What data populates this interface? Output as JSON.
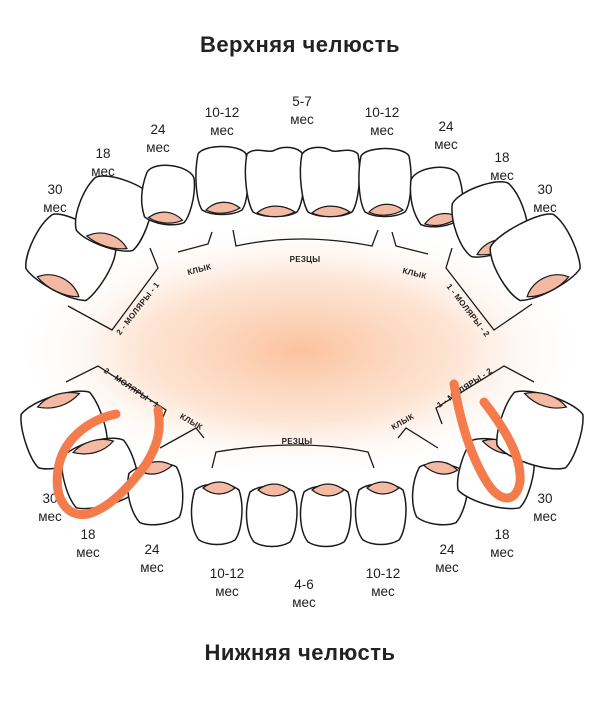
{
  "upper_title": "Верхняя челюсть",
  "lower_title": "Нижняя челюсть",
  "upper_ages": {
    "l30": [
      "30",
      "мес"
    ],
    "l18": [
      "18",
      "мес"
    ],
    "l24": [
      "24",
      "мес"
    ],
    "l1012": [
      "10-12",
      "мес"
    ],
    "c57": [
      "5-7",
      "мес"
    ],
    "r1012": [
      "10-12",
      "мес"
    ],
    "r24": [
      "24",
      "мес"
    ],
    "r18": [
      "18",
      "мес"
    ],
    "r30": [
      "30",
      "мес"
    ]
  },
  "lower_ages": {
    "l30": [
      "30",
      "мес"
    ],
    "l18": [
      "18",
      "мес"
    ],
    "l24": [
      "24",
      "мес"
    ],
    "l1012": [
      "10-12",
      "мес"
    ],
    "c46": [
      "4-6",
      "мес"
    ],
    "r1012": [
      "10-12",
      "мес"
    ],
    "r24": [
      "24",
      "мес"
    ],
    "r18": [
      "18",
      "мес"
    ],
    "r30": [
      "30",
      "мес"
    ]
  },
  "groups": {
    "upper_incisors": "РЕЗЦЫ",
    "lower_incisors": "РЕЗЦЫ",
    "upper_canine_left": "КЛЫК",
    "upper_canine_right": "КЛЫК",
    "lower_canine_left": "КЛЫК",
    "lower_canine_right": "КЛЫК",
    "upper_molars_left": "2 - МОЛЯРЫ - 1",
    "upper_molars_right": "1 - МОЛЯРЫ - 2",
    "lower_molars_left": "2 - МОЛЯРЫ - 1",
    "lower_molars_right": "1 - МОЛЯРЫ - 2"
  },
  "colors": {
    "gum": "#f4b9a3",
    "glow": "#fbbf98",
    "highlight_marks": "#f47c4c"
  }
}
